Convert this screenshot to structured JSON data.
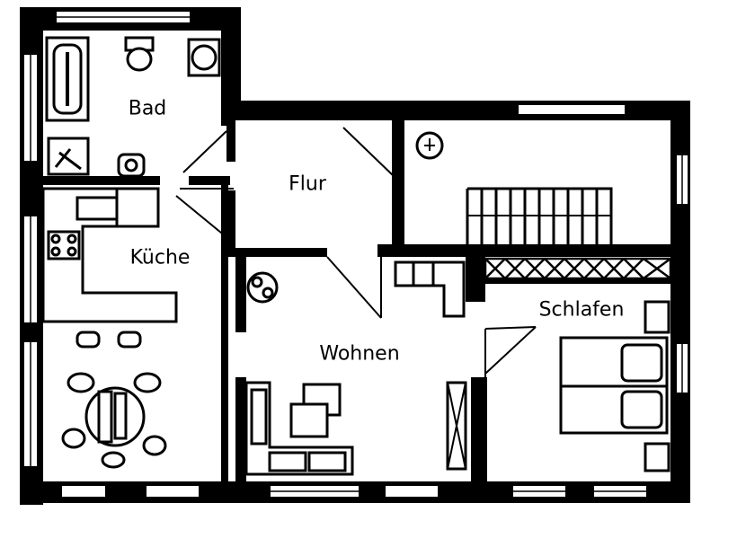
{
  "colors": {
    "wall": "#000000",
    "background": "#ffffff",
    "furniture": "#000000"
  },
  "rooms": [
    {
      "id": "bad",
      "label": "Bad"
    },
    {
      "id": "flur",
      "label": "Flur"
    },
    {
      "id": "kueche",
      "label": "Küche"
    },
    {
      "id": "wohnen",
      "label": "Wohnen"
    },
    {
      "id": "schlafen",
      "label": "Schlafen"
    }
  ]
}
